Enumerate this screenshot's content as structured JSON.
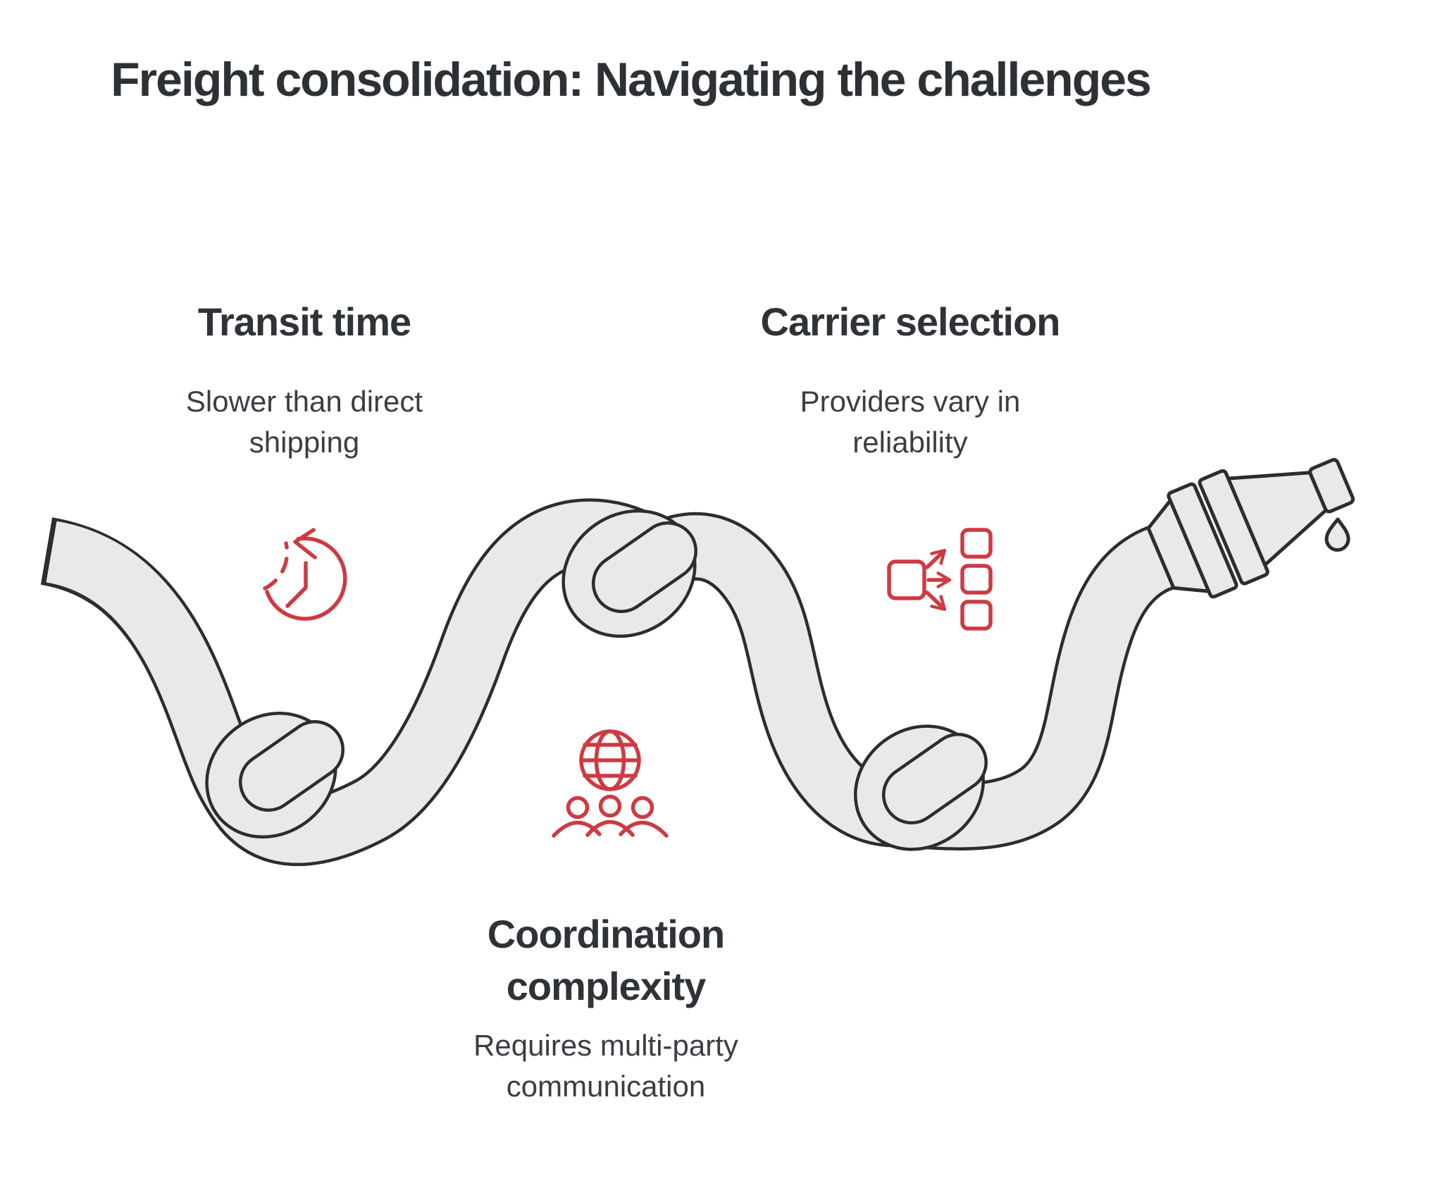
{
  "title": "Freight consolidation: Navigating the challenges",
  "colors": {
    "accent_red": "#ce3a42",
    "rope_fill": "#e9e9e9",
    "rope_outline": "#2d2d2d",
    "text_dark": "#2d3136"
  },
  "sections": {
    "transit": {
      "heading": "Transit time",
      "subtitle_line1": "Slower than direct",
      "subtitle_line2": "shipping",
      "icon": "clock-history-icon"
    },
    "carrier": {
      "heading": "Carrier selection",
      "subtitle_line1": "Providers vary in",
      "subtitle_line2": "reliability",
      "icon": "carrier-distribution-icon"
    },
    "coordination": {
      "heading_line1": "Coordination",
      "heading_line2": "complexity",
      "subtitle_line1": "Requires multi-party",
      "subtitle_line2": "communication",
      "icon": "globe-people-icon"
    }
  }
}
